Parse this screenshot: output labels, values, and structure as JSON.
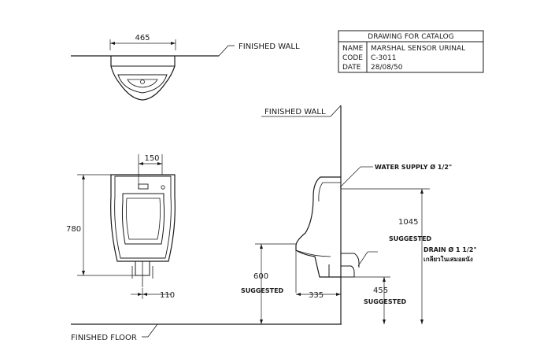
{
  "title_block": {
    "header": "DRAWING FOR CATALOG",
    "rows": [
      {
        "key": "NAME",
        "value": "MARSHAL SENSOR URINAL"
      },
      {
        "key": "CODE",
        "value": "C-3011"
      },
      {
        "key": "DATE",
        "value": "28/08/50"
      }
    ]
  },
  "labels": {
    "finished_wall_top": "FINISHED WALL",
    "finished_wall_side": "FINISHED WALL",
    "finished_floor": "FINISHED FLOOR",
    "water_supply": "WATER SUPPLY Ø 1/2\"",
    "drain": "DRAIN Ø 1 1/2\"",
    "drain_note": "เกลียวในเสมอผนัง",
    "suggested_1045": "SUGGESTED",
    "suggested_600": "SUGGESTED",
    "suggested_455": "SUGGESTED"
  },
  "dimensions": {
    "top_width": "465",
    "sensor_width": "150",
    "height": "780",
    "outlet_offset": "110",
    "supply_height": "1045",
    "rim_height": "600",
    "projection": "335",
    "drain_height": "455"
  }
}
